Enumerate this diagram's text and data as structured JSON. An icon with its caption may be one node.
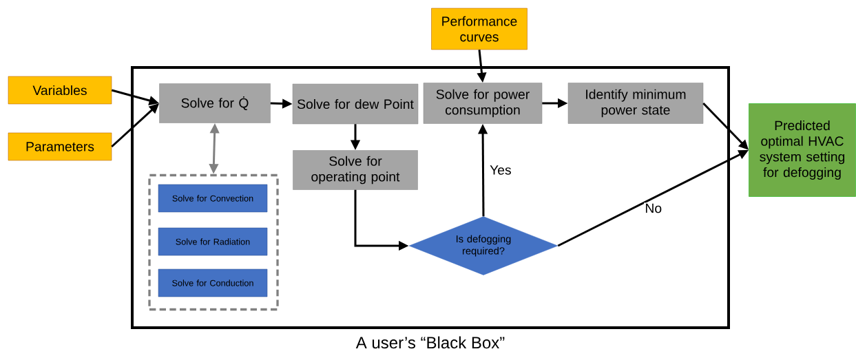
{
  "diagram": {
    "nodes": [
      {
        "text": [
          "Variables"
        ]
      },
      {
        "text": [
          "Parameters"
        ]
      },
      {
        "text": [
          "Performance curves"
        ]
      },
      {
        "text": [
          "A user’s “Black Box”"
        ]
      },
      {
        "text": [
          "Solve for Q̇"
        ],
        "in": 3
      },
      {
        "text": [
          "Solve for dew Point"
        ],
        "in": 3
      },
      {
        "text": [
          "Solve for power consumption"
        ],
        "in": 3
      },
      {
        "text": [
          "Identify minimum power state"
        ],
        "in": 3
      },
      {
        "text": [
          "Solve for operating point"
        ],
        "in": 3
      },
      {
        "text": [],
        "shape": "box",
        "in": 3
      },
      {
        "text": [
          "Solve for Convection"
        ],
        "in": 9
      },
      {
        "text": [
          "Solve for Radiation"
        ],
        "in": 9
      },
      {
        "text": [
          "Solve for Conduction"
        ],
        "in": 9
      },
      {
        "text": [
          "Is defogging required?"
        ],
        "in": 3
      },
      {
        "text": [
          "Predicted optimal HVAC system setting for defogging"
        ]
      }
    ],
    "edges": [
      {
        "from": 0,
        "to": 4,
        "arrow": "to"
      },
      {
        "from": 1,
        "to": 4,
        "arrow": "to"
      },
      {
        "from": 2,
        "to": 6,
        "arrow": "to"
      },
      {
        "from": 4,
        "to": 5,
        "arrow": "to"
      },
      {
        "from": 4,
        "to": 9,
        "arrow": "both",
        "color": "#808080"
      },
      {
        "from": 5,
        "to": 8,
        "arrow": "to"
      },
      {
        "from": 8,
        "to": 13,
        "arrow": "to"
      },
      {
        "from": 13,
        "to": 6,
        "arrow": "to",
        "label": "Yes"
      },
      {
        "from": 6,
        "to": 7,
        "arrow": "to"
      },
      {
        "from": 7,
        "to": 14,
        "arrow": "to"
      },
      {
        "from": 13,
        "to": 14,
        "arrow": "to",
        "label": "No"
      }
    ]
  }
}
